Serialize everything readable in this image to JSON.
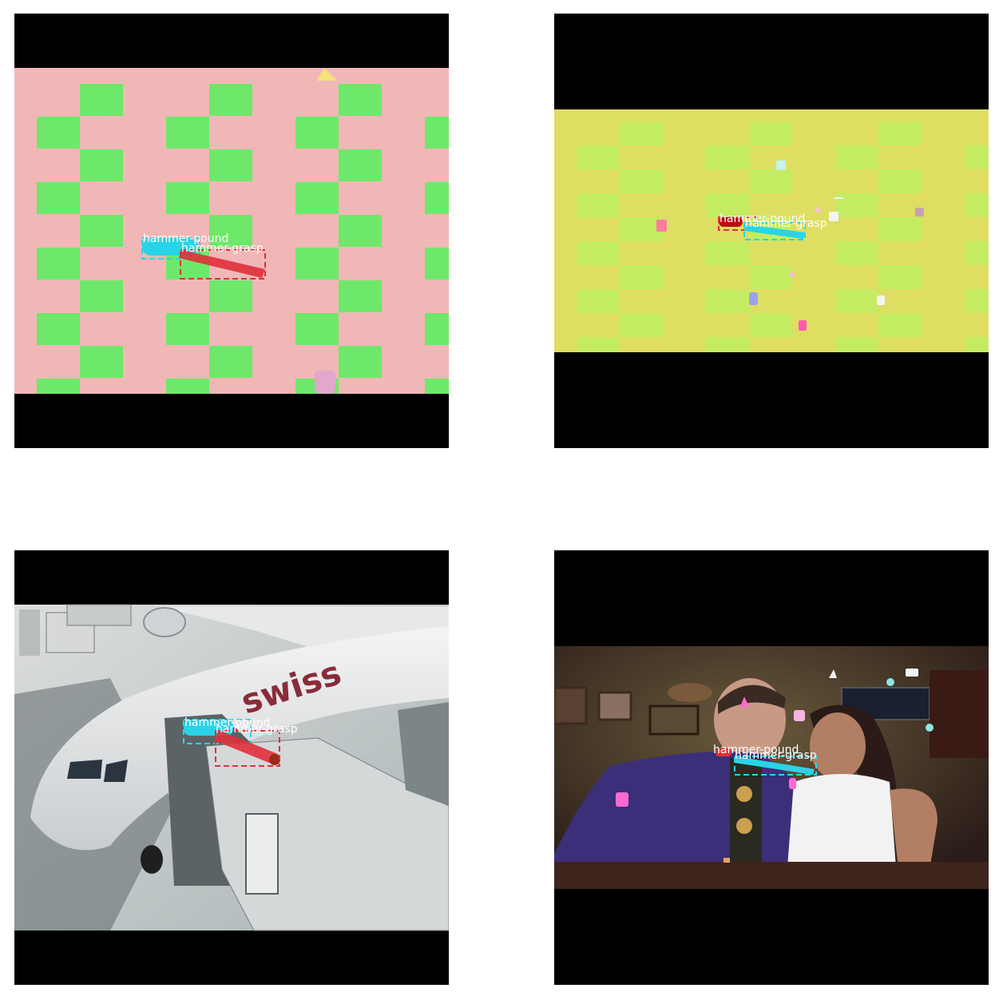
{
  "panels": [
    {
      "id": "synthetic-pink-checker",
      "background": "#f1b7b7",
      "tile_color": "#6ee86a",
      "labels": [
        "hammer-pound",
        "hammer-grasp"
      ],
      "colors": {
        "pound": "#29d4e8",
        "grasp": "#e0303a"
      }
    },
    {
      "id": "synthetic-yellow-checker",
      "background": "#dede62",
      "tile_color": "#c4ec62",
      "labels": [
        "hammer-pound",
        "hammer-grasp"
      ],
      "colors": {
        "pound": "#29d4e8",
        "grasp": "#e0303a"
      }
    },
    {
      "id": "photo-airplane-jetbridge",
      "labels": [
        "hammer-pound",
        "hammer-grasp"
      ],
      "colors": {
        "pound": "#29d4e8",
        "grasp": "#e0303a"
      },
      "livery_text": "swiss"
    },
    {
      "id": "photo-couple-in-bar",
      "labels": [
        "hammer-pound",
        "hammer-grasp"
      ],
      "colors": {
        "pound": "#29d4e8",
        "grasp": "#e0303a"
      }
    }
  ]
}
